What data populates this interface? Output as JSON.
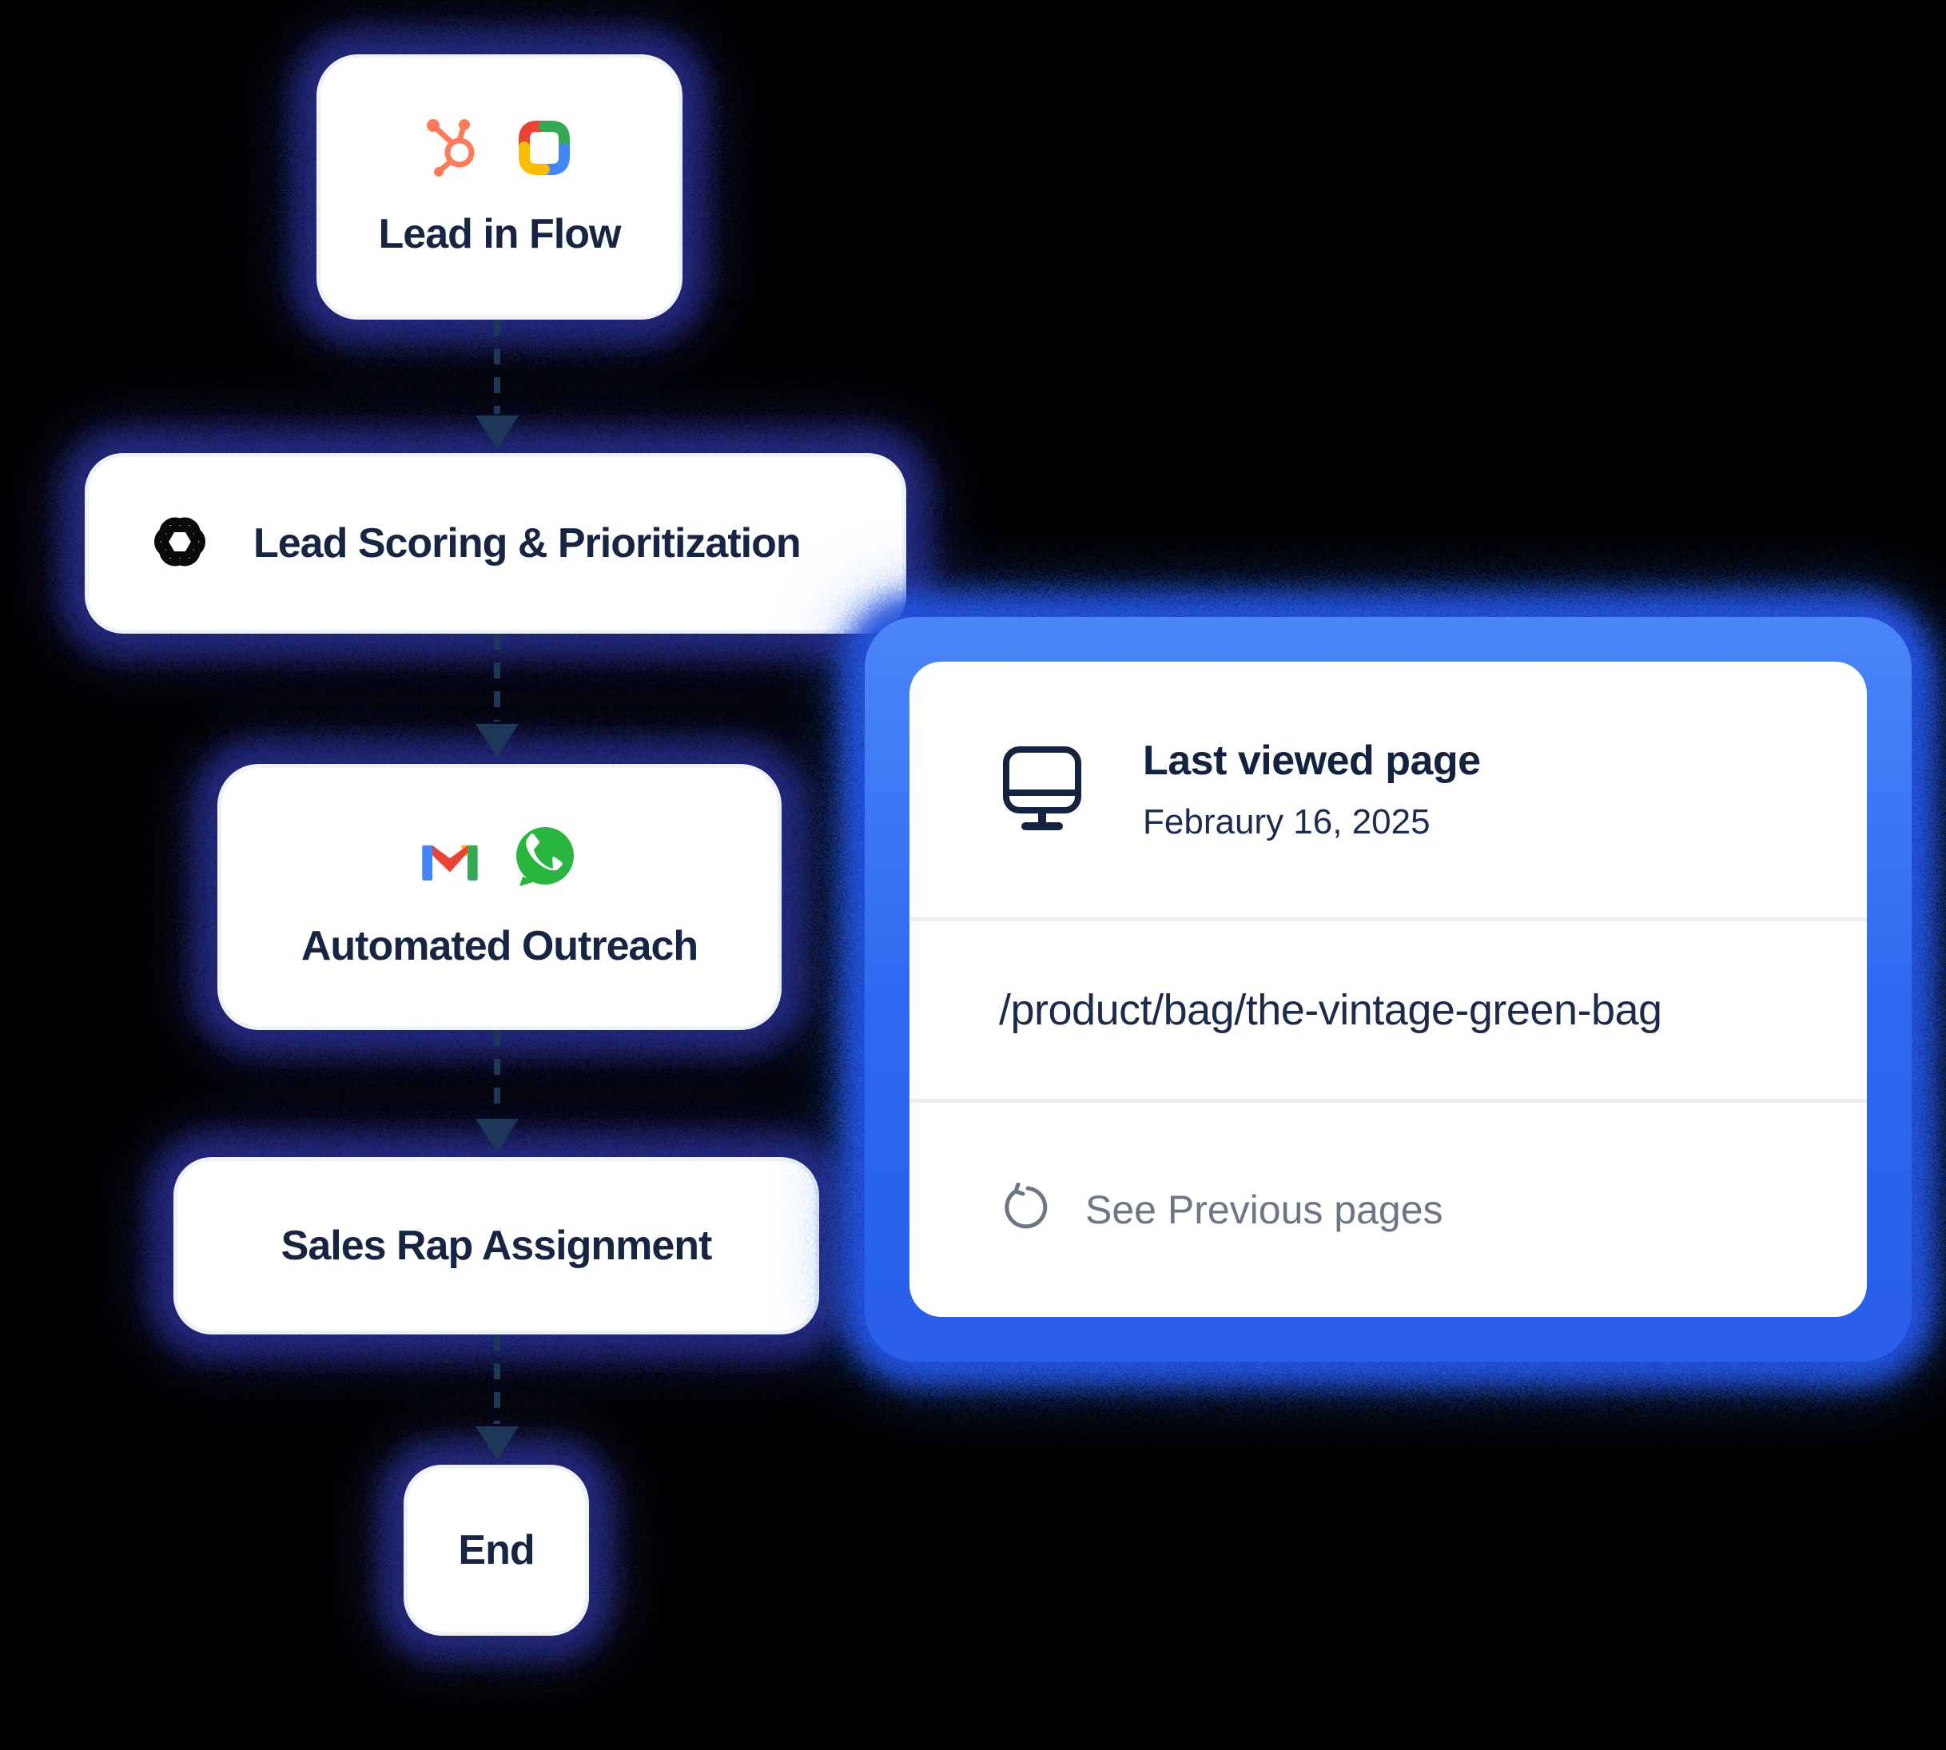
{
  "flow": {
    "nodes": [
      {
        "id": "lead-in-flow",
        "label": "Lead in Flow",
        "icons": [
          "hubspot-icon",
          "google-workspace-icon"
        ]
      },
      {
        "id": "lead-scoring",
        "label": "Lead Scoring & Prioritization",
        "icons": [
          "openai-icon"
        ]
      },
      {
        "id": "automated-outreach",
        "label": "Automated Outreach",
        "icons": [
          "gmail-icon",
          "whatsapp-icon"
        ]
      },
      {
        "id": "sales-rep-assignment",
        "label": "Sales Rap Assignment",
        "icons": []
      },
      {
        "id": "end",
        "label": "End",
        "icons": []
      }
    ],
    "connector_style": "dashed-arrow-down"
  },
  "detail_card": {
    "title": "Last viewed page",
    "date": "Febraury 16, 2025",
    "url": "/product/bag/the-vintage-green-bag",
    "action_label": "See Previous pages",
    "header_icon": "monitor-icon",
    "action_icon": "history-icon"
  },
  "colors": {
    "background": "#000000",
    "node_background": "#ffffff",
    "node_text": "#172442",
    "glow_navy": "#272e8f",
    "detail_border_blue": "#2c68f0",
    "connector": "#1c3758",
    "muted_text": "#6d7685",
    "hubspot_orange": "#ff7a59",
    "whatsapp_green": "#2ab540",
    "gmail_red": "#ea4335",
    "google_blue": "#4285f4",
    "google_green": "#34a853",
    "google_yellow": "#fbbc05"
  }
}
